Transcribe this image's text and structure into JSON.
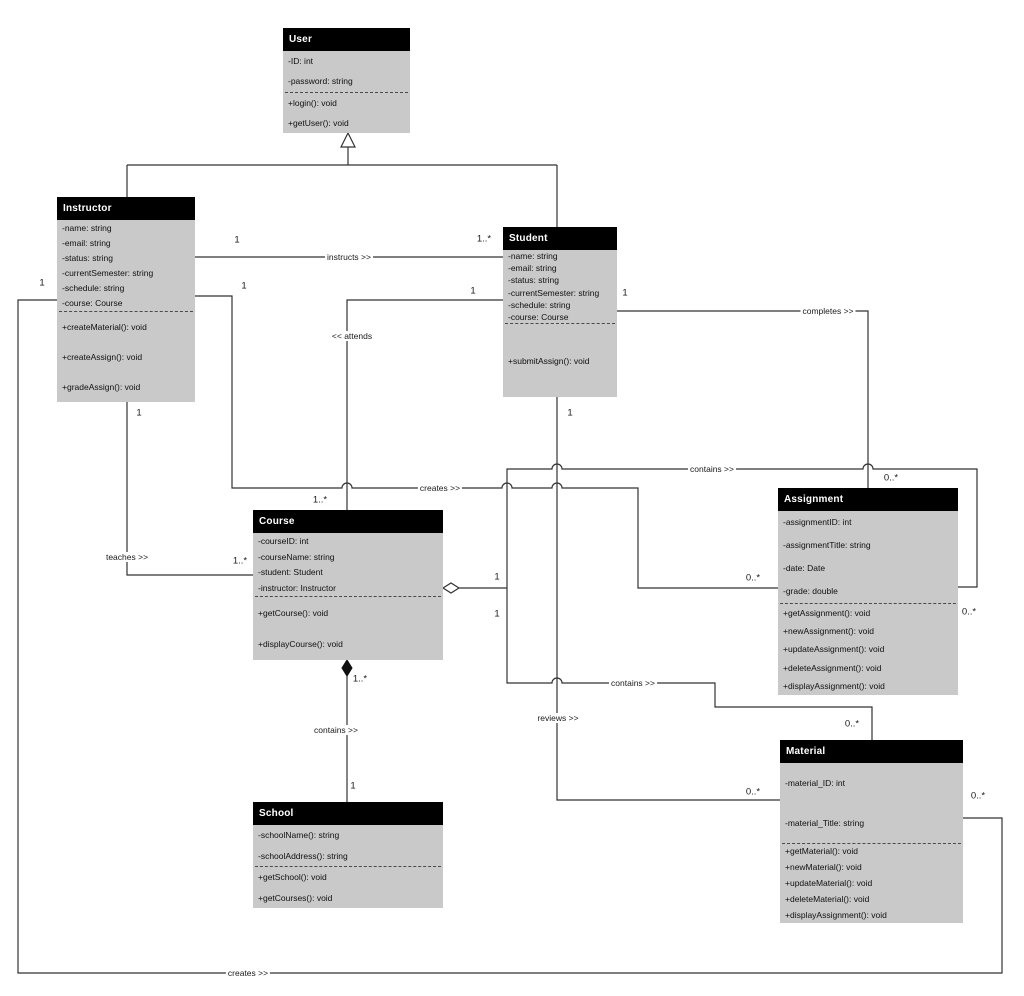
{
  "diagram": {
    "type": "uml-class-diagram",
    "colors": {
      "header_bg": "#000000",
      "body_bg": "#c9c9c9",
      "line": "#333333"
    }
  },
  "classes": {
    "user": {
      "name": "User",
      "attributes": [
        "-ID: int",
        "-password: string"
      ],
      "methods": [
        "+login(): void",
        "+getUser(): void"
      ]
    },
    "instructor": {
      "name": "Instructor",
      "attributes": [
        "-name: string",
        "-email: string",
        "-status: string",
        "-currentSemester: string",
        "-schedule: string",
        "-course: Course"
      ],
      "methods": [
        "+createMaterial(): void",
        "+createAssign(): void",
        "+gradeAssign(): void"
      ]
    },
    "student": {
      "name": "Student",
      "attributes": [
        "-name: string",
        "-email: string",
        "-status: string",
        "-currentSemester: string",
        "-schedule: string",
        "-course: Course"
      ],
      "methods": [
        "+submitAssign(): void"
      ]
    },
    "course": {
      "name": "Course",
      "attributes": [
        "-courseID: int",
        "-courseName: string",
        "-student: Student",
        "-instructor: Instructor"
      ],
      "methods": [
        "+getCourse(): void",
        "+displayCourse(): void"
      ]
    },
    "assignment": {
      "name": "Assignment",
      "attributes": [
        "-assignmentID: int",
        "-assignmentTitle: string",
        "-date: Date",
        "-grade: double"
      ],
      "methods": [
        "+getAssignment(): void",
        "+newAssignment(): void",
        "+updateAssignment(): void",
        "+deleteAssignment(): void",
        "+displayAssignment(): void"
      ]
    },
    "material": {
      "name": "Material",
      "attributes": [
        "-material_ID: int",
        "-material_Title: string"
      ],
      "methods": [
        "+getMaterial(): void",
        "+newMaterial(): void",
        "+updateMaterial(): void",
        "+deleteMaterial(): void",
        "+displayAssignment(): void"
      ]
    },
    "school": {
      "name": "School",
      "attributes": [
        "-schoolName(): string",
        "-schoolAddress(): string"
      ],
      "methods": [
        "+getSchool(): void",
        "+getCourses(): void"
      ]
    }
  },
  "associations": {
    "instructs": {
      "label": "instructs >>",
      "instructor_mult": "1",
      "student_mult": "1..*"
    },
    "attends": {
      "label": "<< attends",
      "student_mult": "1",
      "course_mult": "1..*"
    },
    "creates_assignment": {
      "label": "creates >>",
      "instructor_mult": "1",
      "assignment_mult": "0..*"
    },
    "completes": {
      "label": "completes >>",
      "student_mult": "1",
      "assignment_mult": "0..*"
    },
    "contains_assignment": {
      "label": "contains >>",
      "course_mult": "1",
      "assignment_mult": "0..*"
    },
    "contains_material": {
      "label": "contains >>",
      "course_mult": "1",
      "material_mult": "0..*"
    },
    "reviews": {
      "label": "reviews >>",
      "student_mult": "1",
      "material_mult": "0..*"
    },
    "teaches": {
      "label": "teaches >>",
      "instructor_mult": "1",
      "course_mult": "1..*"
    },
    "creates_material": {
      "label": "creates >>",
      "instructor_mult": "1",
      "material_mult": "0..*"
    },
    "contains_course": {
      "label": "contains >>",
      "course_mult": "1..*",
      "school_mult": "1"
    }
  }
}
